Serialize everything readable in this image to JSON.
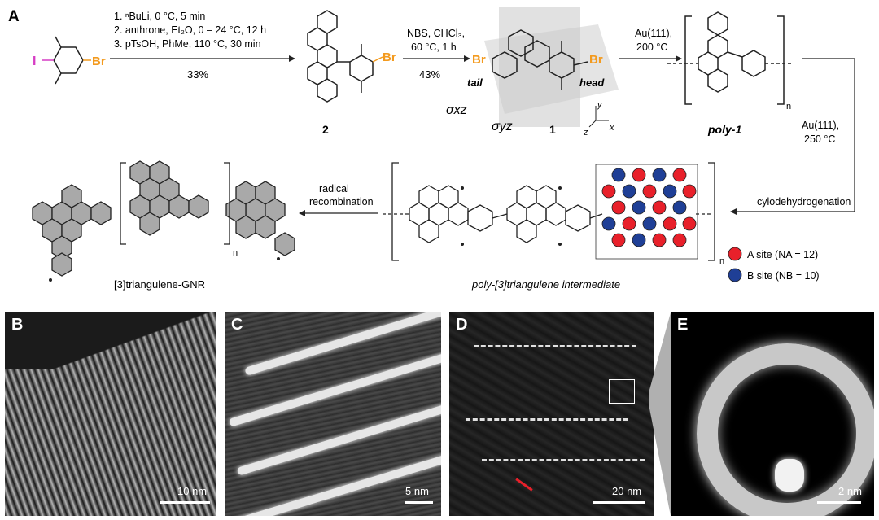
{
  "panel_a": {
    "label": "A",
    "conditions_step1": [
      "1. ⁿBuLi, 0 °C, 5 min",
      "2. anthrone, Et₂O, 0 – 24 °C, 12 h",
      "3. pTsOH, PhMe, 110 °C, 30 min"
    ],
    "yield_step1": "33%",
    "conditions_step2": [
      "NBS, CHCl₃,",
      "60 °C, 1 h"
    ],
    "yield_step2": "43%",
    "conditions_step3": [
      "Au(111),",
      "200 °C"
    ],
    "conditions_step4": [
      "Au(111),",
      "250 °C"
    ],
    "step5": "cylodehydrogenation",
    "step6": [
      "radical",
      "recombination"
    ],
    "atom_I": "I",
    "atom_Br": "Br",
    "label_tail": "tail",
    "label_head": "head",
    "sigma_xz": "σxz",
    "sigma_yz": "σyz",
    "axis_x": "x",
    "axis_y": "y",
    "axis_z": "z",
    "compound_2": "2",
    "compound_1": "1",
    "compound_poly1": "poly-1",
    "intermediate": "poly-[3]triangulene intermediate",
    "product": "[3]triangulene-GNR",
    "subscript_n": "n",
    "legend_a": "A site (NA = 12)",
    "legend_b": "B site (NB = 10)",
    "color_a_site": "#e8202a",
    "color_b_site": "#1f3f96",
    "color_br": "#f39a1e",
    "color_i": "#d63cc4",
    "color_ring_fill": "#a9a9a9"
  },
  "panels": [
    {
      "label": "B",
      "scale": "10 nm"
    },
    {
      "label": "C",
      "scale": "5 nm"
    },
    {
      "label": "D",
      "scale": "20 nm"
    },
    {
      "label": "E",
      "scale": "2 nm"
    }
  ]
}
